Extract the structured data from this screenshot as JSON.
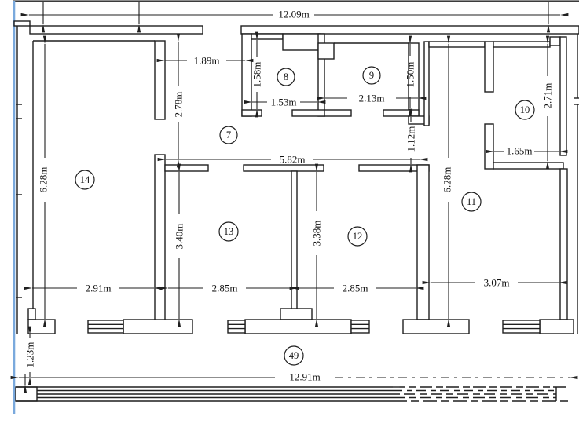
{
  "drawing": {
    "kind": "architectural-floor-plan",
    "unit": "m",
    "colors": {
      "line": "#1f1f1f",
      "guide_blue": "#7aa9dd",
      "background": "#ffffff"
    },
    "rooms": {
      "r7": "7",
      "r8": "8",
      "r9": "9",
      "r10": "10",
      "r11": "11",
      "r12": "12",
      "r13": "13",
      "r14": "14",
      "r49": "49"
    },
    "dims": {
      "overall_top": "12.09m",
      "d_189": "1.89m",
      "d_278": "2.78m",
      "d_158": "1.58m",
      "d_153": "1.53m",
      "d_213": "2.13m",
      "d_150": "1.50m",
      "d_112": "1.12m",
      "d_165": "1.65m",
      "d_271": "2.71m",
      "d_582": "5.82m",
      "d_628_left": "6.28m",
      "d_628_right": "6.28m",
      "d_340": "3.40m",
      "d_338": "3.38m",
      "d_291": "2.91m",
      "d_285_a": "2.85m",
      "d_285_b": "2.85m",
      "d_307": "3.07m",
      "d_123": "1.23m",
      "d_1291": "12.91m"
    }
  }
}
